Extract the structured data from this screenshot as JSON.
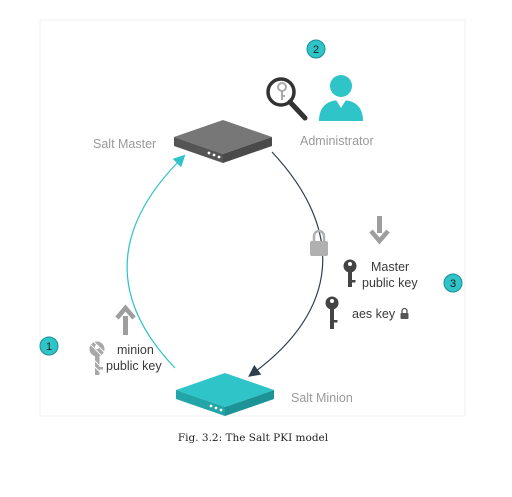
{
  "nodes": {
    "master_label": "Salt Master",
    "administrator_label": "Administrator",
    "minion_label": "Salt Minion"
  },
  "keys": {
    "master_key_line1": "Master",
    "master_key_line2": "public key",
    "aes_key": "aes key",
    "minion_key_line1": "minion",
    "minion_key_line2": "public key"
  },
  "badges": [
    "1",
    "2",
    "3"
  ],
  "caption": "Fig. 3.2: The Salt PKI model",
  "colors": {
    "teal": "#2ec4c8",
    "dark_grey": "#616161",
    "mid_grey": "#9e9e9e",
    "light_grey": "#b0b0b0",
    "navy_line": "#2d3e50"
  },
  "icons": [
    "magnifier-key-icon",
    "administrator-person-icon",
    "lock-icon",
    "down-arrow-icon",
    "up-arrow-icon",
    "key-icon"
  ]
}
